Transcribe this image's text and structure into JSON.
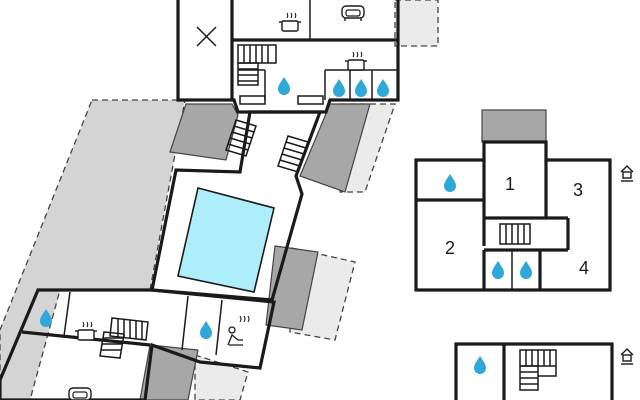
{
  "rooms": [
    {
      "id": "bedroom-1",
      "number": "1"
    },
    {
      "id": "bedroom-2",
      "number": "2"
    },
    {
      "id": "bedroom-3",
      "number": "3"
    },
    {
      "id": "bedroom-4",
      "number": "4"
    }
  ],
  "icons": {
    "bathroom": "water-drop-icon",
    "kitchen": "cooking-pot-icon",
    "living": "sofa-icon",
    "stairs": "staircase-icon",
    "sauna": "sauna-icon",
    "entrance": "house-entrance-icon",
    "void": "x-mark-icon"
  },
  "colors": {
    "pool": "#aeeefa",
    "drop": "#2ea8d8",
    "covered_terrace": "#a7a7a7",
    "open_terrace": "#d4d4d4",
    "walls": "#1a1a1a"
  }
}
